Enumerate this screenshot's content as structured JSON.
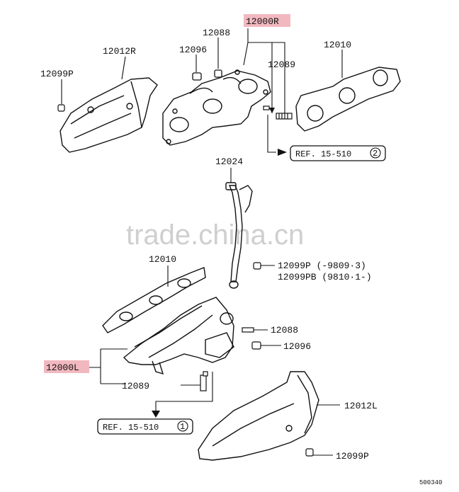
{
  "diagram": {
    "code": "500340",
    "watermark": "trade.china.cn",
    "labels": {
      "assy_r": "12000R",
      "assy_l": "12000L",
      "stud_top": "12088",
      "nut_top": "12096",
      "gasket_top": "12010",
      "cover_r": "12012R",
      "bolt_top_left": "12099P",
      "stud_group_top": "12089",
      "pipe": "12024",
      "gasket_mid": "12010",
      "bolt_mid_a": "12099P (-9809·3)",
      "bolt_mid_b": "12099PB (9810·1-)",
      "stud_mid": "12088",
      "nut_mid": "12096",
      "stud_group_bottom": "12089",
      "cover_l": "12012L",
      "bolt_bottom": "12099P"
    },
    "refs": {
      "top": {
        "text": "REF. 15-510",
        "num": "2"
      },
      "bottom": {
        "text": "REF. 15-510",
        "num": "1"
      }
    },
    "colors": {
      "highlight": "#f2b8bf",
      "line": "#111111"
    }
  }
}
